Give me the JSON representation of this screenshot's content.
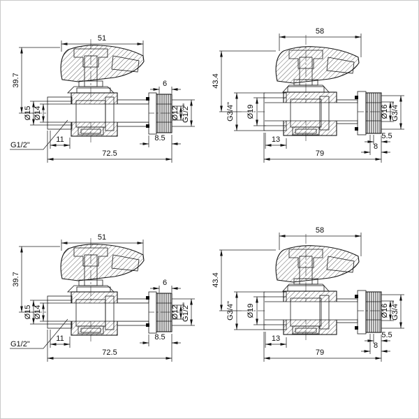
{
  "drawing": {
    "kind": "ball valve technical drawing, four orthographic views",
    "views": [
      "valve G1/2 top",
      "valve G3/4 top",
      "valve G1/2 bottom",
      "valve G3/4 bottom"
    ]
  },
  "valves": {
    "dn15": {
      "handle_width": "51",
      "height": "39.7",
      "union_flats": "6",
      "thread_od": "Ø15",
      "bore": "Ø14",
      "outlet_bore": "Ø12",
      "outlet_thread": "G1/2\"",
      "inlet_thread": "G1/2\"",
      "thread_length": "11",
      "total_length": "72.5",
      "union_length": "8.5"
    },
    "dn20": {
      "handle_width": "58",
      "height": "43.4",
      "inlet_thread": "G3/4\"",
      "thread_od": "Ø19",
      "outlet_bore": "Ø16",
      "outlet_thread": "G3/4\"",
      "thread_length": "13",
      "union_wall": "5.5",
      "union_length": "8",
      "total_length": "79"
    }
  }
}
